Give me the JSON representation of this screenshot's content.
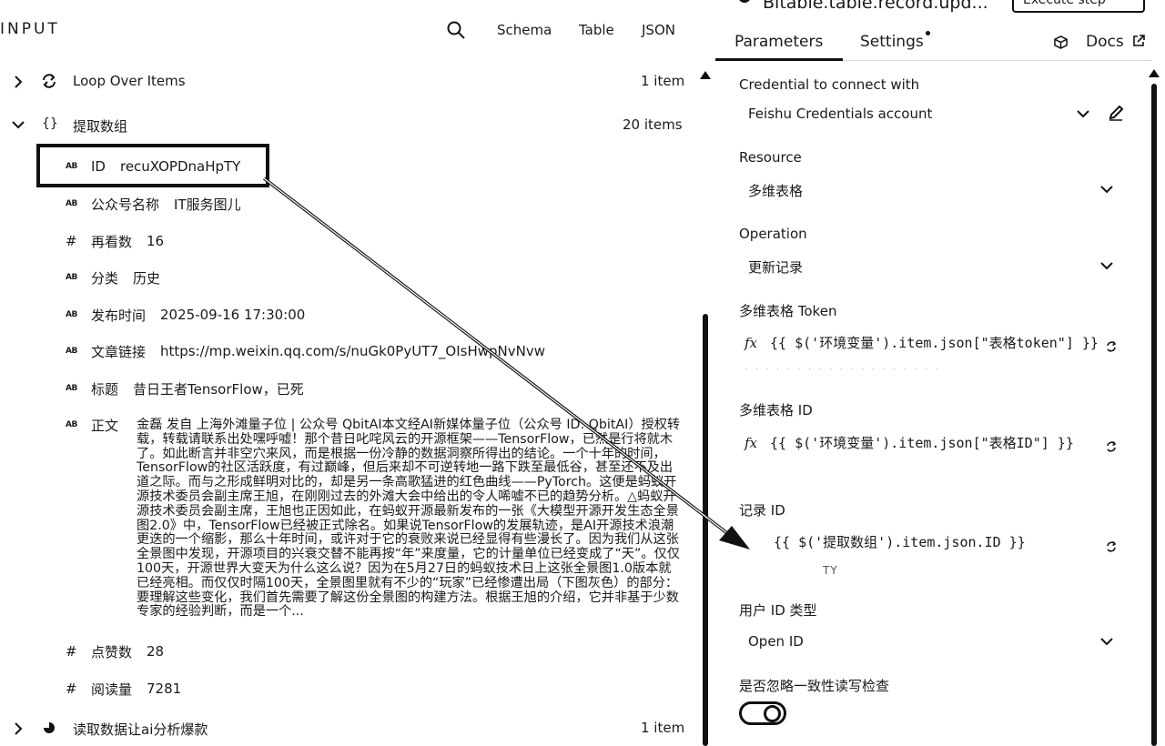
{
  "input": {
    "title": "INPUT",
    "tabs": [
      "Schema",
      "Table",
      "JSON"
    ]
  },
  "nodes": [
    {
      "name": "Loop Over Items",
      "count": "1 item"
    },
    {
      "name": "提取数组",
      "count": "20 items"
    },
    {
      "name": "读取数据让ai分析爆款",
      "count": "1 item"
    }
  ],
  "fields": [
    {
      "type": "AB",
      "name": "ID",
      "value": "recuXOPDnaHpTY"
    },
    {
      "type": "AB",
      "name": "公众号名称",
      "value": "IT服务图儿"
    },
    {
      "type": "#",
      "name": "再看数",
      "value": "16"
    },
    {
      "type": "AB",
      "name": "分类",
      "value": "历史"
    },
    {
      "type": "AB",
      "name": "发布时间",
      "value": "2025-09-16 17:30:00"
    },
    {
      "type": "AB",
      "name": "文章链接",
      "value": "https://mp.weixin.qq.com/s/nuGk0PyUT7_OIsHwpNvNvw"
    },
    {
      "type": "AB",
      "name": "标题",
      "value": "昔日王者TensorFlow，已死"
    },
    {
      "type": "AB",
      "name": "正文",
      "value": "金磊 发自 上海外滩量子位 | 公众号 QbitAI本文经AI新媒体量子位（公众号 ID: QbitAI）授权转载，转载请联系出处嘿呼嘘！那个昔日叱咤风云的开源框架——TensorFlow，已然是行将就木了。如此断言并非空穴来风，而是根据一份冷静的数据洞察所得出的结论。一个十年的时间，TensorFlow的社区活跃度，有过巅峰，但后来却不可逆转地一路下跌至最低谷，甚至还不及出道之际。而与之形成鲜明对比的，却是另一条高歌猛进的红色曲线——PyTorch。这便是蚂蚁开源技术委员会副主席王旭，在刚刚过去的外滩大会中给出的令人唏嘘不已的趋势分析。△蚂蚁开源技术委员会副主席，王旭也正因如此，在蚂蚁开源最新发布的一张《大模型开源开发生态全景图2.0》中，TensorFlow已经被正式除名。如果说TensorFlow的发展轨迹，是AI开源技术浪潮更迭的一个缩影，那么十年时间，或许对于它的衰败来说已经显得有些漫长了。因为我们从这张全景图中发现，开源项目的兴衰交替不能再按“年”来度量，它的计量单位已经变成了“天”。仅仅100天，开源世界大变天为什么这么说？因为在5月27日的蚂蚁技术日上这张全景图1.0版本就已经亮相。而仅仅时隔100天，全景图里就有不少的“玩家”已经惨遭出局（下图灰色）的部分：要理解这些变化，我们首先需要了解这份全景图的构建方法。根据王旭的介绍，它并非基于少数专家的经验判断，而是一个..."
    },
    {
      "type": "#",
      "name": "点赞数",
      "value": "28"
    },
    {
      "type": "#",
      "name": "阅读量",
      "value": "7281"
    }
  ],
  "node_header": {
    "title": "Bitable.table.record.upd...",
    "execute_label": "Execute step"
  },
  "params": {
    "tabs": {
      "parameters": "Parameters",
      "settings": "Settings",
      "docs": "Docs"
    },
    "credential_label": "Credential to connect with",
    "credential_value": "Feishu Credentials account",
    "resource_label": "Resource",
    "resource_value": "多维表格",
    "operation_label": "Operation",
    "operation_value": "更新记录",
    "token_label": "多维表格 Token",
    "token_expr": "{{ $('环境变量').item.json[\"表格token\"] }}",
    "table_id_label": "多维表格 ID",
    "table_id_expr": "{{ $('环境变量').item.json[\"表格ID\"] }}",
    "record_id_label": "记录 ID",
    "record_id_expr": "{{ $('提取数组').item.json.ID }}",
    "record_id_preview": "TY",
    "user_id_type_label": "用户 ID 类型",
    "user_id_type_value": "Open ID",
    "ignore_consistency_label": "是否忽略一致性读写检查",
    "ignore_consistency_on": false
  },
  "icons": {
    "search": "search-icon",
    "loop": "loop-icon",
    "braces": "braces-icon",
    "edit": "pencil-icon",
    "cube": "cube-icon",
    "external": "external-link-icon",
    "refresh": "refresh-icon"
  }
}
